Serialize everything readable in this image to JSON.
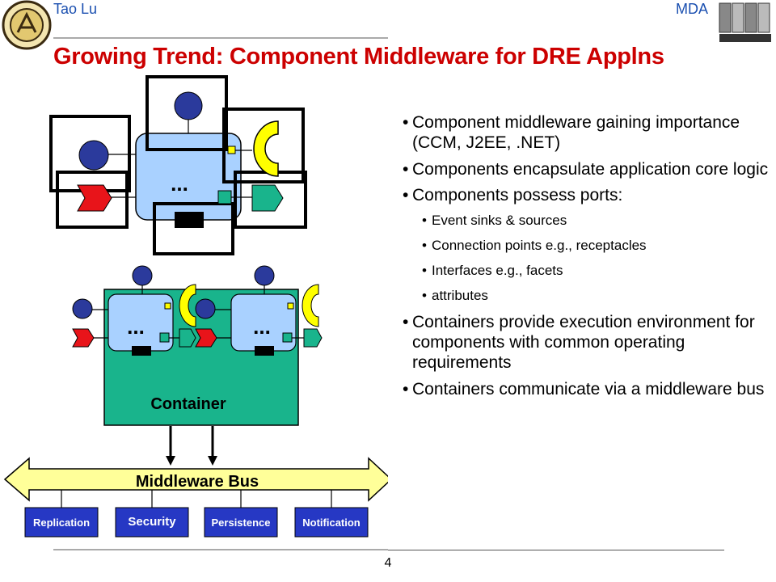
{
  "header": {
    "author": "Tao Lu",
    "topic": "MDA",
    "title": "Growing Trend: Component Middleware for DRE Applns"
  },
  "bullets": [
    {
      "level": 1,
      "text": "Component middleware gaining importance (CCM, J2EE, .NET)"
    },
    {
      "level": 1,
      "text": "Components encapsulate application core logic"
    },
    {
      "level": 1,
      "text": "Components possess ports:"
    },
    {
      "level": 2,
      "text": "Event sinks & sources"
    },
    {
      "level": 2,
      "text": "Connection points e.g., receptacles"
    },
    {
      "level": 2,
      "text": "Interfaces e.g., facets"
    },
    {
      "level": 2,
      "text": "attributes"
    },
    {
      "level": 1,
      "text": "Containers provide execution environment for components with common operating requirements"
    },
    {
      "level": 1,
      "text": "Containers communicate via a middleware bus"
    }
  ],
  "diagram": {
    "component_dots": "...",
    "container_label": "Container",
    "bus_label": "Middleware Bus",
    "services": [
      "Replication",
      "Security",
      "Persistence",
      "Notification"
    ]
  },
  "footer": {
    "page_number": "4"
  },
  "colors": {
    "title_red": "#cc0000",
    "header_blue": "#1a4fb0",
    "component_fill": "#a9d1ff",
    "container_green": "#19b48c",
    "bus_yellow": "#ffff99",
    "service_blue": "#2638c4",
    "facet_navy": "#2b3a9c",
    "event_source_red": "#e8141a",
    "event_sink_teal": "#19b48c",
    "receptacle_yellow": "#ffff00"
  }
}
